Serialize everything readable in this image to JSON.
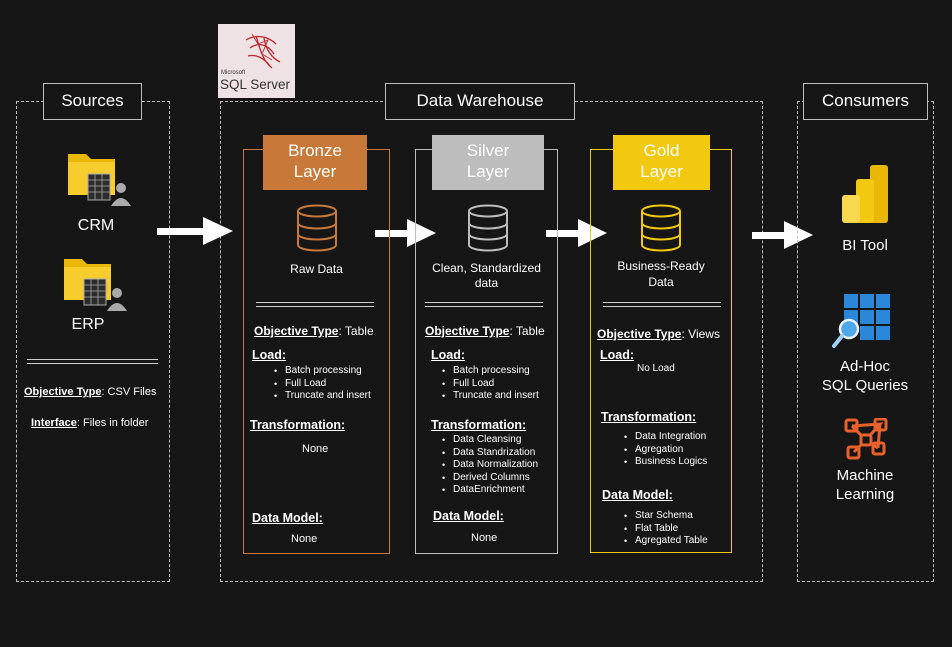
{
  "sql_server_logo": {
    "small": "Microsoft",
    "big": "SQL Server"
  },
  "sources": {
    "header": "Sources",
    "items": [
      "CRM",
      "ERP"
    ],
    "objective_label": "Objective Type",
    "objective_value": ": CSV Files",
    "interface_label": "Interface",
    "interface_value": ": Files in folder"
  },
  "warehouse": {
    "header": "Data Warehouse"
  },
  "bronze": {
    "title_line1": "Bronze",
    "title_line2": "Layer",
    "desc": "Raw Data",
    "objective_label": "Objective Type",
    "objective_value": ": Table",
    "load_label": "Load:",
    "load_items": [
      "Batch processing",
      "Full Load",
      "Truncate and insert"
    ],
    "transformation_label": "Transformation:",
    "transformation_value": "None",
    "model_label": "Data Model:",
    "model_value": "None",
    "color": "#c8793a"
  },
  "silver": {
    "title_line1": "Silver",
    "title_line2": "Layer",
    "desc_line1": "Clean, Standardized",
    "desc_line2": "data",
    "objective_label": "Objective Type",
    "objective_value": ": Table",
    "load_label": "Load:",
    "load_items": [
      "Batch processing",
      "Full Load",
      "Truncate and insert"
    ],
    "transformation_label": "Transformation:",
    "transformation_items": [
      "Data Cleansing",
      "Data Standrization",
      "Data Normalization",
      "Derived Columns",
      "DataEnrichment"
    ],
    "model_label": "Data Model:",
    "model_value": "None",
    "color": "#bdbdbd"
  },
  "gold": {
    "title_line1": "Gold",
    "title_line2": "Layer",
    "desc_line1": "Business-Ready",
    "desc_line2": "Data",
    "objective_label": "Objective Type",
    "objective_value": ": Views",
    "load_label": "Load:",
    "load_value": "No Load",
    "transformation_label": "Transformation:",
    "transformation_items": [
      "Data Integration",
      "Agregation",
      "Business Logics"
    ],
    "model_label": "Data Model:",
    "model_items": [
      "Star Schema",
      "Flat Table",
      "Agregated Table"
    ],
    "color": "#f2c811"
  },
  "consumers": {
    "header": "Consumers",
    "bi_tool": "BI Tool",
    "adhoc_line1": "Ad-Hoc",
    "adhoc_line2": "SQL Queries",
    "ml_line1": "Machine",
    "ml_line2": "Learning"
  }
}
